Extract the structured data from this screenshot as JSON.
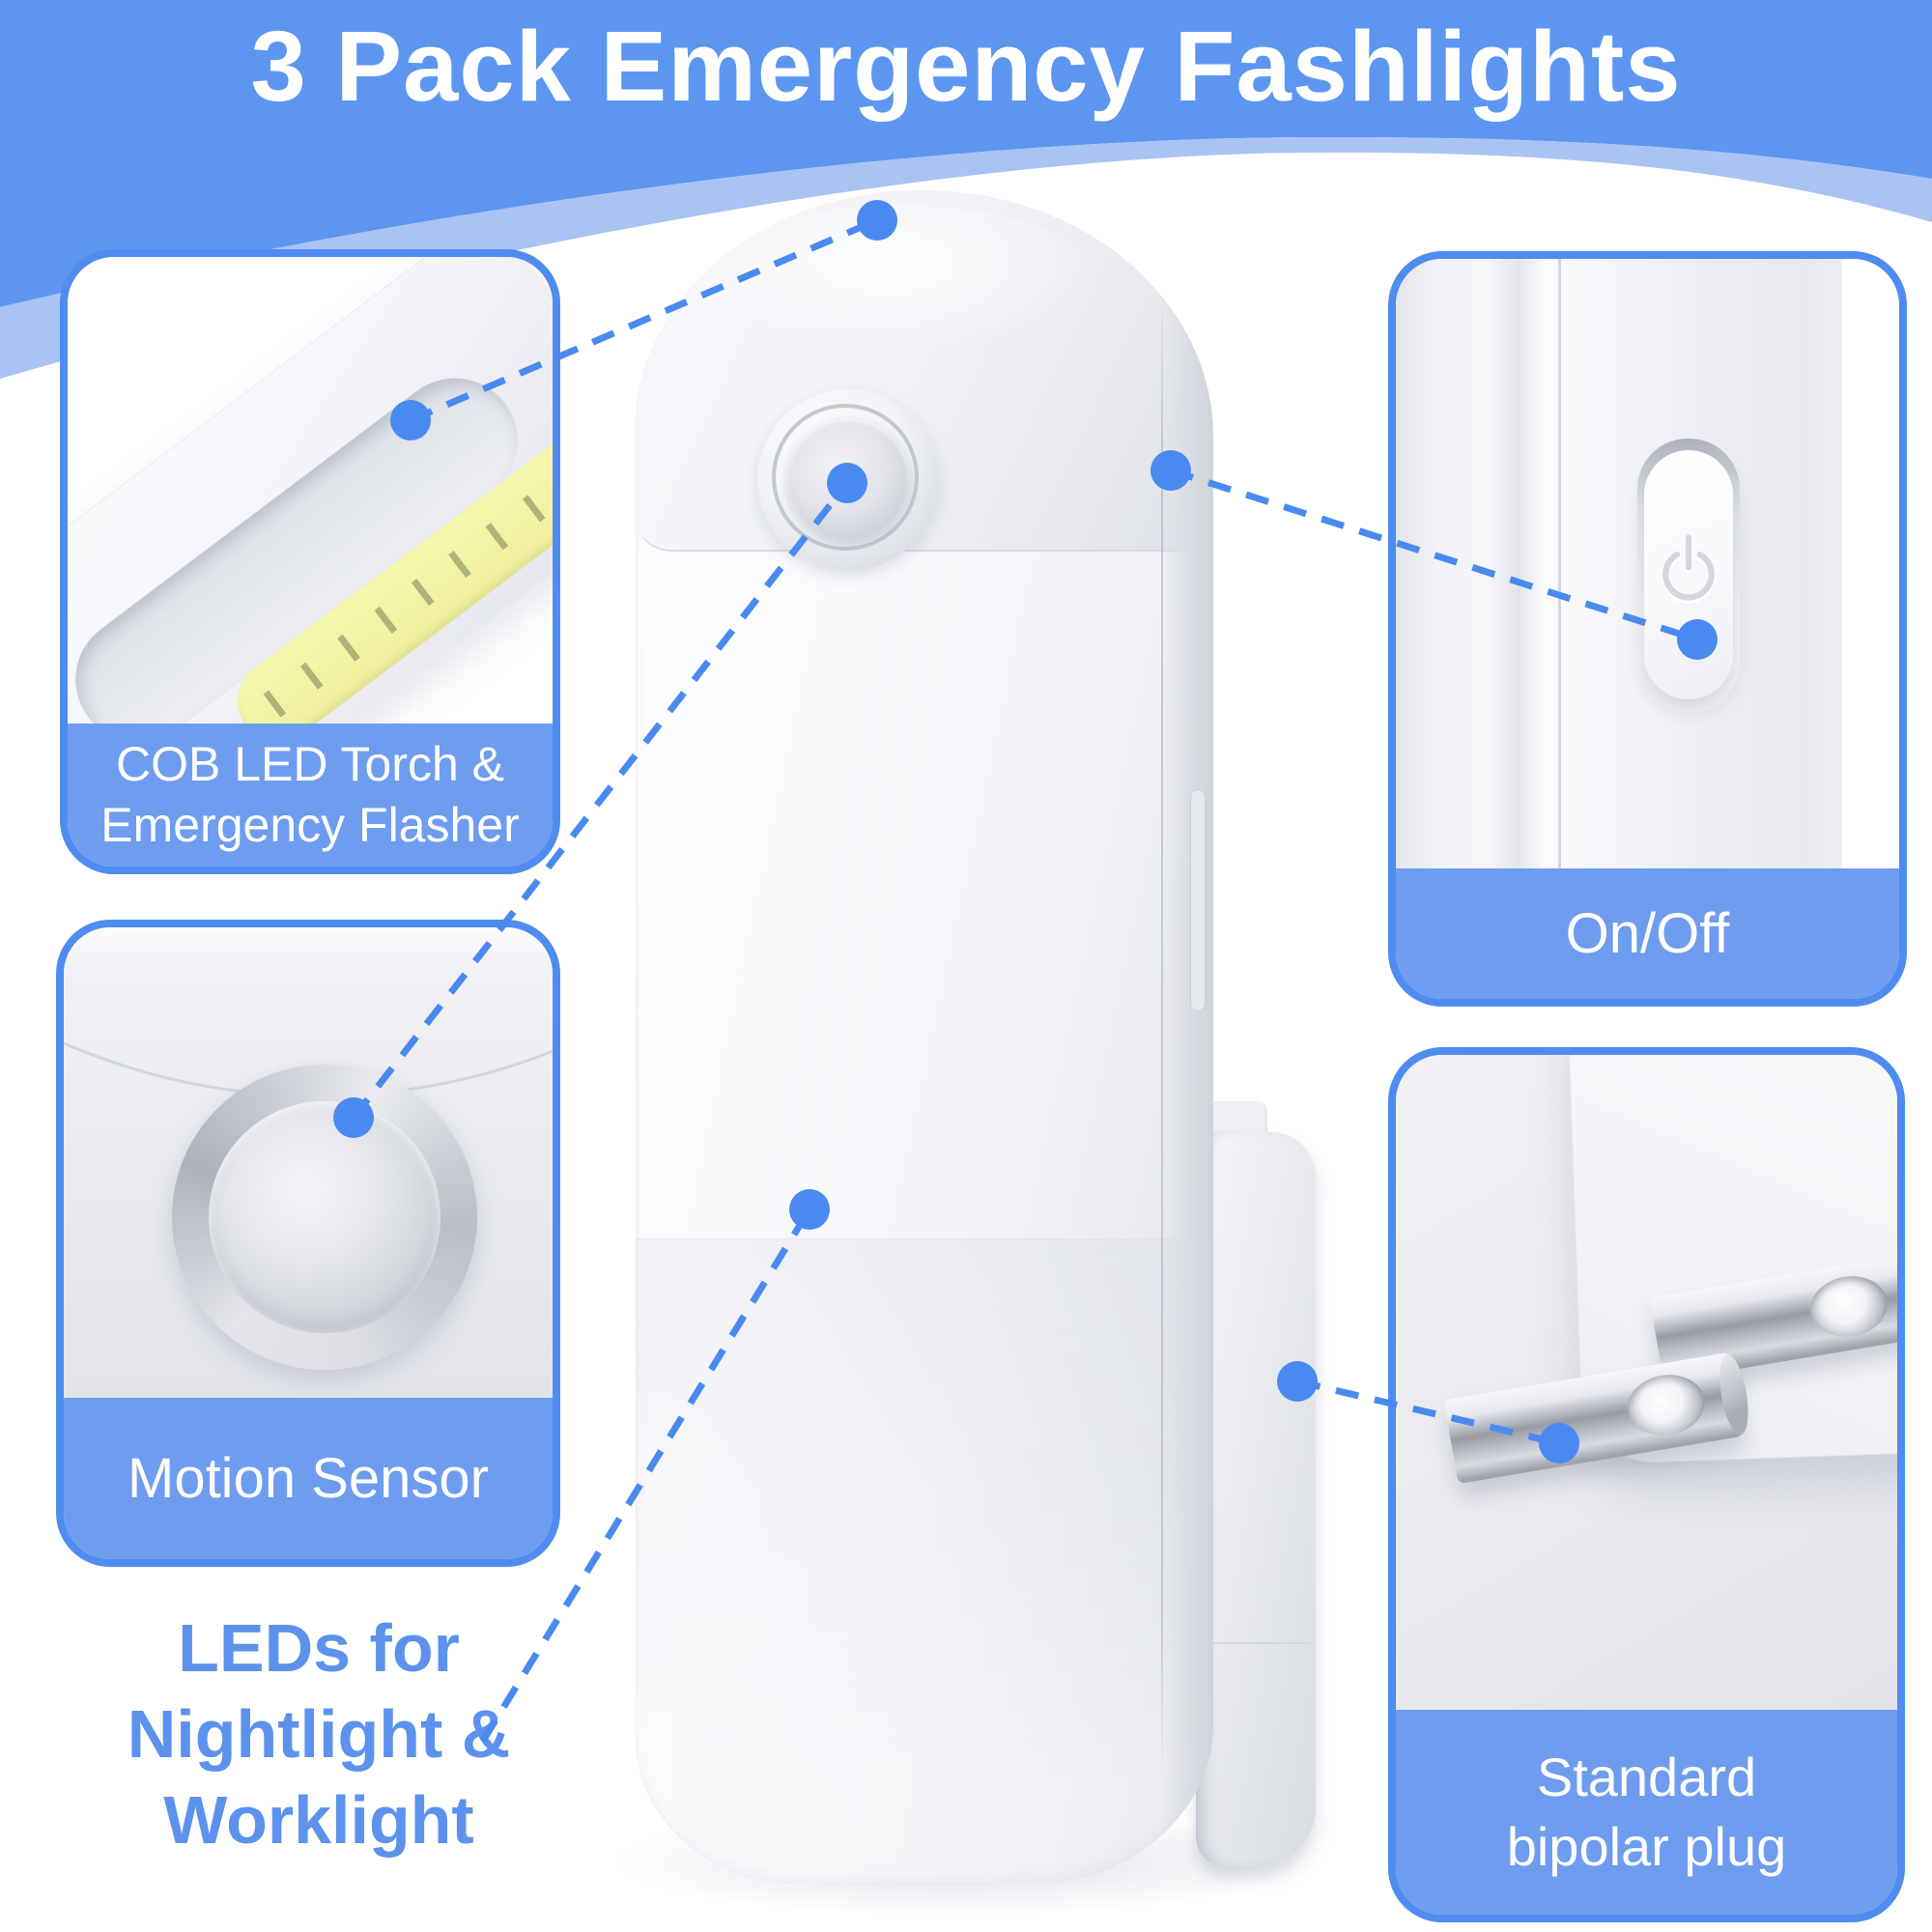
{
  "header": {
    "title": "3 Pack Emergency Fashlights"
  },
  "callouts": {
    "cob_led": {
      "label_line1": "COB LED Torch &",
      "label_line2": "Emergency Flasher"
    },
    "motion_sensor": {
      "label": "Motion Sensor"
    },
    "on_off": {
      "label": "On/Off"
    },
    "plug": {
      "label_line1": "Standard",
      "label_line2": "bipolar plug"
    }
  },
  "annotations": {
    "leds": {
      "line1": "LEDs for",
      "line2": "Nightlight &",
      "line3": "Worklight"
    }
  },
  "icons": {
    "power_button": "power-icon"
  },
  "colors": {
    "banner_blue": "#5C96F1",
    "banner_band_blue": "#A9C3F3",
    "callout_border_blue": "#4F8CF0",
    "label_band_blue": "#6E9CEF",
    "leader_blue": "#4A8AF0",
    "annotation_text_blue": "#5C92EC",
    "cob_strip_yellow": "#F4F5A8"
  }
}
